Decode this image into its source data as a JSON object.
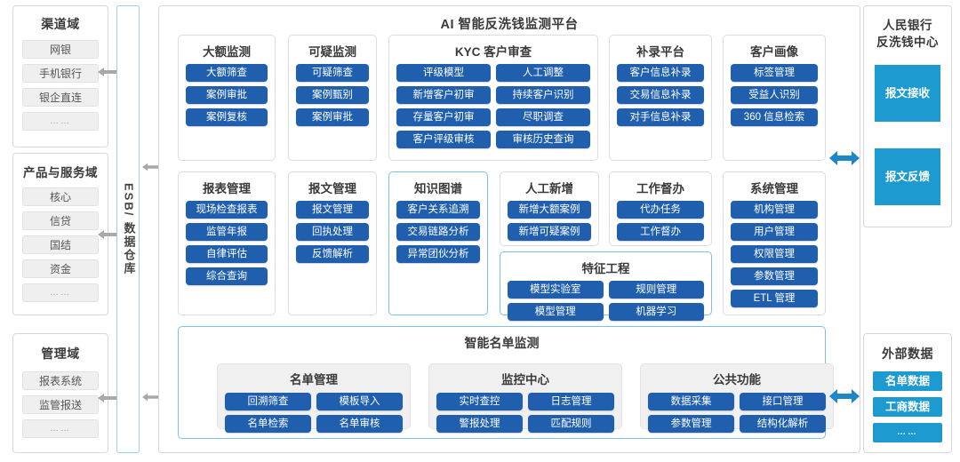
{
  "left_column": {
    "domains": [
      {
        "title": "渠道域",
        "items": [
          "网银",
          "手机银行",
          "银企直连",
          "……"
        ]
      },
      {
        "title": "产品与服务域",
        "items": [
          "核心",
          "信贷",
          "国结",
          "资金",
          "……"
        ]
      },
      {
        "title": "管理域",
        "items": [
          "报表系统",
          "监管报送",
          "……"
        ]
      }
    ]
  },
  "esb": {
    "label": "ESB/ 数据仓库"
  },
  "platform": {
    "title": "AI 智能反洗钱监测平台",
    "row1": [
      {
        "title": "大额监测",
        "layout": "single",
        "items": [
          "大额筛查",
          "案例审批",
          "案例复核"
        ]
      },
      {
        "title": "可疑监测",
        "layout": "single",
        "items": [
          "可疑筛查",
          "案例甄别",
          "案例审批"
        ]
      },
      {
        "title": "KYC 客户审查",
        "layout": "double",
        "items": [
          "评级模型",
          "人工调整",
          "新增客户初审",
          "持续客户识别",
          "存量客户初审",
          "尽职调查",
          "客户评级审核",
          "审核历史查询"
        ]
      },
      {
        "title": "补录平台",
        "layout": "single",
        "items": [
          "客户信息补录",
          "交易信息补录",
          "对手信息补录"
        ]
      },
      {
        "title": "客户画像",
        "layout": "single",
        "items": [
          "标签管理",
          "受益人识别",
          "360 信息检索"
        ]
      }
    ],
    "row2": [
      {
        "title": "报表管理",
        "layout": "single",
        "highlight": false,
        "items": [
          "现场检查报表",
          "监管年报",
          "自律评估",
          "综合查询"
        ]
      },
      {
        "title": "报文管理",
        "layout": "single",
        "highlight": false,
        "items": [
          "报文管理",
          "回执处理",
          "反馈解析"
        ]
      },
      {
        "title": "知识图谱",
        "layout": "single",
        "highlight": true,
        "items": [
          "客户关系追溯",
          "交易链路分析",
          "异常团伙分析"
        ]
      },
      {
        "title": "人工新增",
        "layout": "single",
        "highlight": false,
        "items": [
          "新增大额案例",
          "新增可疑案例"
        ]
      },
      {
        "title": "工作督办",
        "layout": "single",
        "highlight": false,
        "items": [
          "代办任务",
          "工作督办"
        ]
      },
      {
        "title": "特征工程",
        "layout": "double",
        "highlight": true,
        "items": [
          "模型实验室",
          "规则管理",
          "模型管理",
          "机器学习"
        ]
      },
      {
        "title": "系统管理",
        "layout": "single",
        "highlight": false,
        "items": [
          "机构管理",
          "用户管理",
          "权限管理",
          "参数管理",
          "ETL 管理"
        ]
      }
    ],
    "listmon": {
      "title": "智能名单监测",
      "groups": [
        {
          "title": "名单管理",
          "items": [
            "回溯筛查",
            "模板导入",
            "名单检索",
            "名单审核"
          ]
        },
        {
          "title": "监控中心",
          "items": [
            "实时查控",
            "日志管理",
            "警报处理",
            "匹配规则"
          ]
        },
        {
          "title": "公共功能",
          "items": [
            "数据采集",
            "接口管理",
            "参数管理",
            "结构化解析"
          ]
        }
      ]
    }
  },
  "right_column": {
    "pboc": {
      "title": "人民银行\n反洗钱中心",
      "title_line1": "人民银行",
      "title_line2": "反洗钱中心",
      "blocks": [
        "报文接收",
        "报文反馈"
      ]
    },
    "external": {
      "title": "外部数据",
      "blocks": [
        "名单数据",
        "工商数据",
        "……"
      ]
    }
  },
  "colors": {
    "button_blue": "#1f5fad",
    "cyan": "#1d9bd1",
    "highlight_border": "#7fc0e8",
    "grey_item": "#efefef",
    "arrow_grey": "#a8a8a8",
    "arrow_blue": "#1e87c9"
  }
}
